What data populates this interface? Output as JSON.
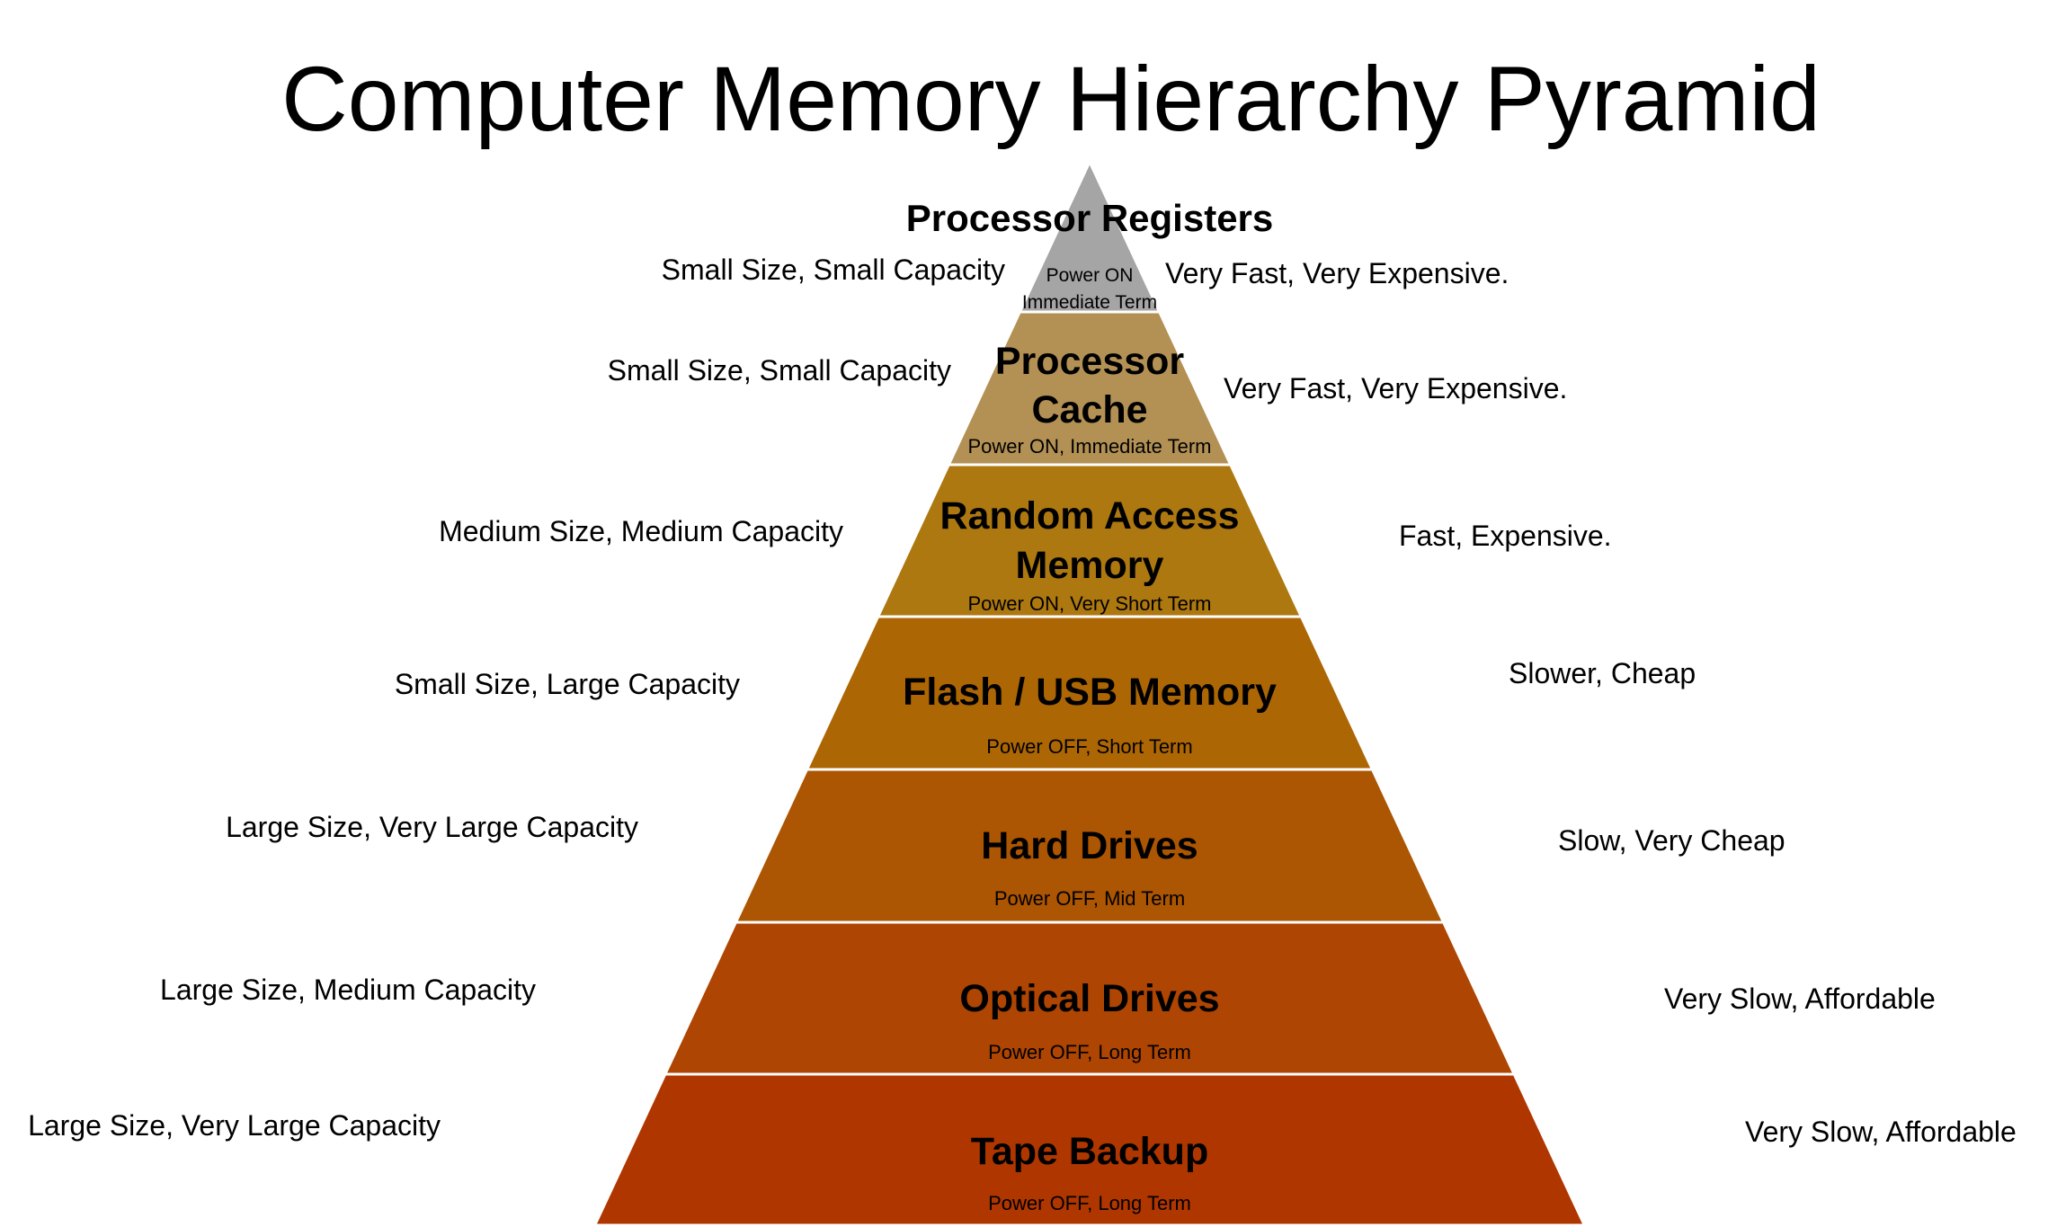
{
  "title": "Computer Memory Hierarchy Pyramid",
  "levels": [
    {
      "name_lines": [
        "Processor Registers"
      ],
      "sub_lines": [
        "Power ON",
        "Immediate Term"
      ],
      "left": "Small Size, Small Capacity",
      "right": "Very Fast, Very Expensive.",
      "color": "#A5A5A5"
    },
    {
      "name_lines": [
        "Processor",
        "Cache"
      ],
      "sub_lines": [
        "Power ON, Immediate Term"
      ],
      "left": "Small Size, Small Capacity",
      "right": "Very Fast, Very Expensive.",
      "color": "#B39155"
    },
    {
      "name_lines": [
        "Random Access",
        "Memory"
      ],
      "sub_lines": [
        "Power ON, Very Short Term"
      ],
      "left": "Medium Size, Medium Capacity",
      "right": "Fast, Expensive.",
      "color": "#AD7810"
    },
    {
      "name_lines": [
        "Flash / USB Memory"
      ],
      "sub_lines": [
        "Power OFF, Short Term"
      ],
      "left": "Small Size, Large Capacity",
      "right": "Slower, Cheap",
      "color": "#AD6604"
    },
    {
      "name_lines": [
        "Hard Drives"
      ],
      "sub_lines": [
        "Power OFF, Mid Term"
      ],
      "left": "Large Size, Very Large Capacity",
      "right": "Slow, Very Cheap",
      "color": "#AC5502"
    },
    {
      "name_lines": [
        "Optical Drives"
      ],
      "sub_lines": [
        "Power OFF, Long Term"
      ],
      "left": "Large Size, Medium Capacity",
      "right": "Very Slow, Affordable",
      "color": "#AE4502"
    },
    {
      "name_lines": [
        "Tape Backup"
      ],
      "sub_lines": [
        "Power OFF, Long Term"
      ],
      "left": "Large Size, Very Large Capacity",
      "right": "Very Slow, Affordable",
      "color": "#B03600"
    }
  ]
}
